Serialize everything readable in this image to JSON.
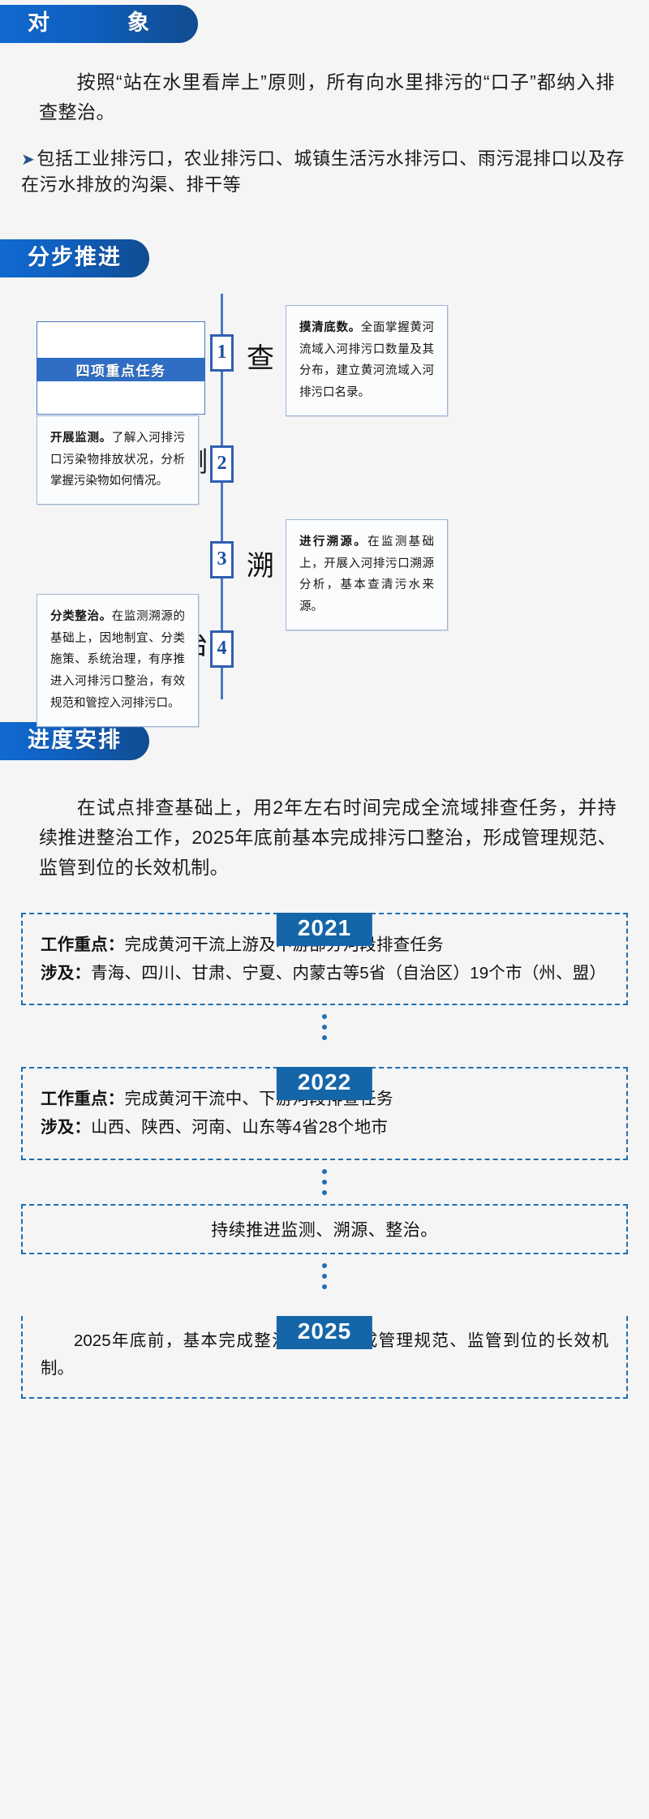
{
  "sections": {
    "target": {
      "header": "对　　象",
      "paragraph": "按照“站在水里看岸上”原则，所有向水里排污的“口子”都纳入排查整治。",
      "bullet_mark": "➤",
      "bullet": "包括工业排污口，农业排污口、城镇生活污水排污口、雨污混排口以及存在污水排放的沟渠、排干等"
    },
    "steps": {
      "header": "分步推进",
      "task_box_label": "四项重点任务",
      "items": [
        {
          "number": "1",
          "char": "查",
          "title": "摸清底数。",
          "body": "全面掌握黄河流域入河排污口数量及其分布，建立黄河流域入河排污口名录。"
        },
        {
          "number": "2",
          "char": "测",
          "title": "开展监测。",
          "body": "了解入河排污口污染物排放状况，分析掌握污染物如何情况。"
        },
        {
          "number": "3",
          "char": "溯",
          "title": "进行溯源。",
          "body": "在监测基础上，开展入河排污口溯源分析，基本查清污水来源。"
        },
        {
          "number": "4",
          "char": "治",
          "title": "分类整治。",
          "body": "在监测溯源的基础上，因地制宜、分类施策、系统治理，有序推进入河排污口整治，有效规范和管控入河排污口。"
        }
      ]
    },
    "schedule": {
      "header": "进度安排",
      "paragraph": "在试点排查基础上，用2年左右时间完成全流域排查任务，并持续推进整治工作，2025年底前基本完成排污口整治，形成管理规范、监管到位的长效机制。",
      "years": [
        {
          "year": "2021",
          "lines": [
            {
              "label": "工作重点：",
              "text": "完成黄河干流上游及中游部分河段排查任务"
            },
            {
              "label": "涉及：",
              "text": "青海、四川、甘肃、宁夏、内蒙古等5省（自治区）19个市（州、盟）"
            }
          ]
        },
        {
          "year": "2022",
          "lines": [
            {
              "label": "工作重点：",
              "text": "完成黄河干流中、下游河段排查任务"
            },
            {
              "label": "涉及：",
              "text": "山西、陕西、河南、山东等4省28个地市"
            }
          ]
        }
      ],
      "middle_note": "持续推进监测、溯源、整治。",
      "final": {
        "year": "2025",
        "text": "2025年底前，基本完成整治工作，形成管理规范、监管到位的长效机制。"
      }
    }
  },
  "colors": {
    "brand_blue": "#1169d0",
    "deep_blue": "#104c8f",
    "tab_blue": "#1566a8",
    "line_blue": "#4a79c6",
    "dash_blue": "#1f6fb2"
  }
}
